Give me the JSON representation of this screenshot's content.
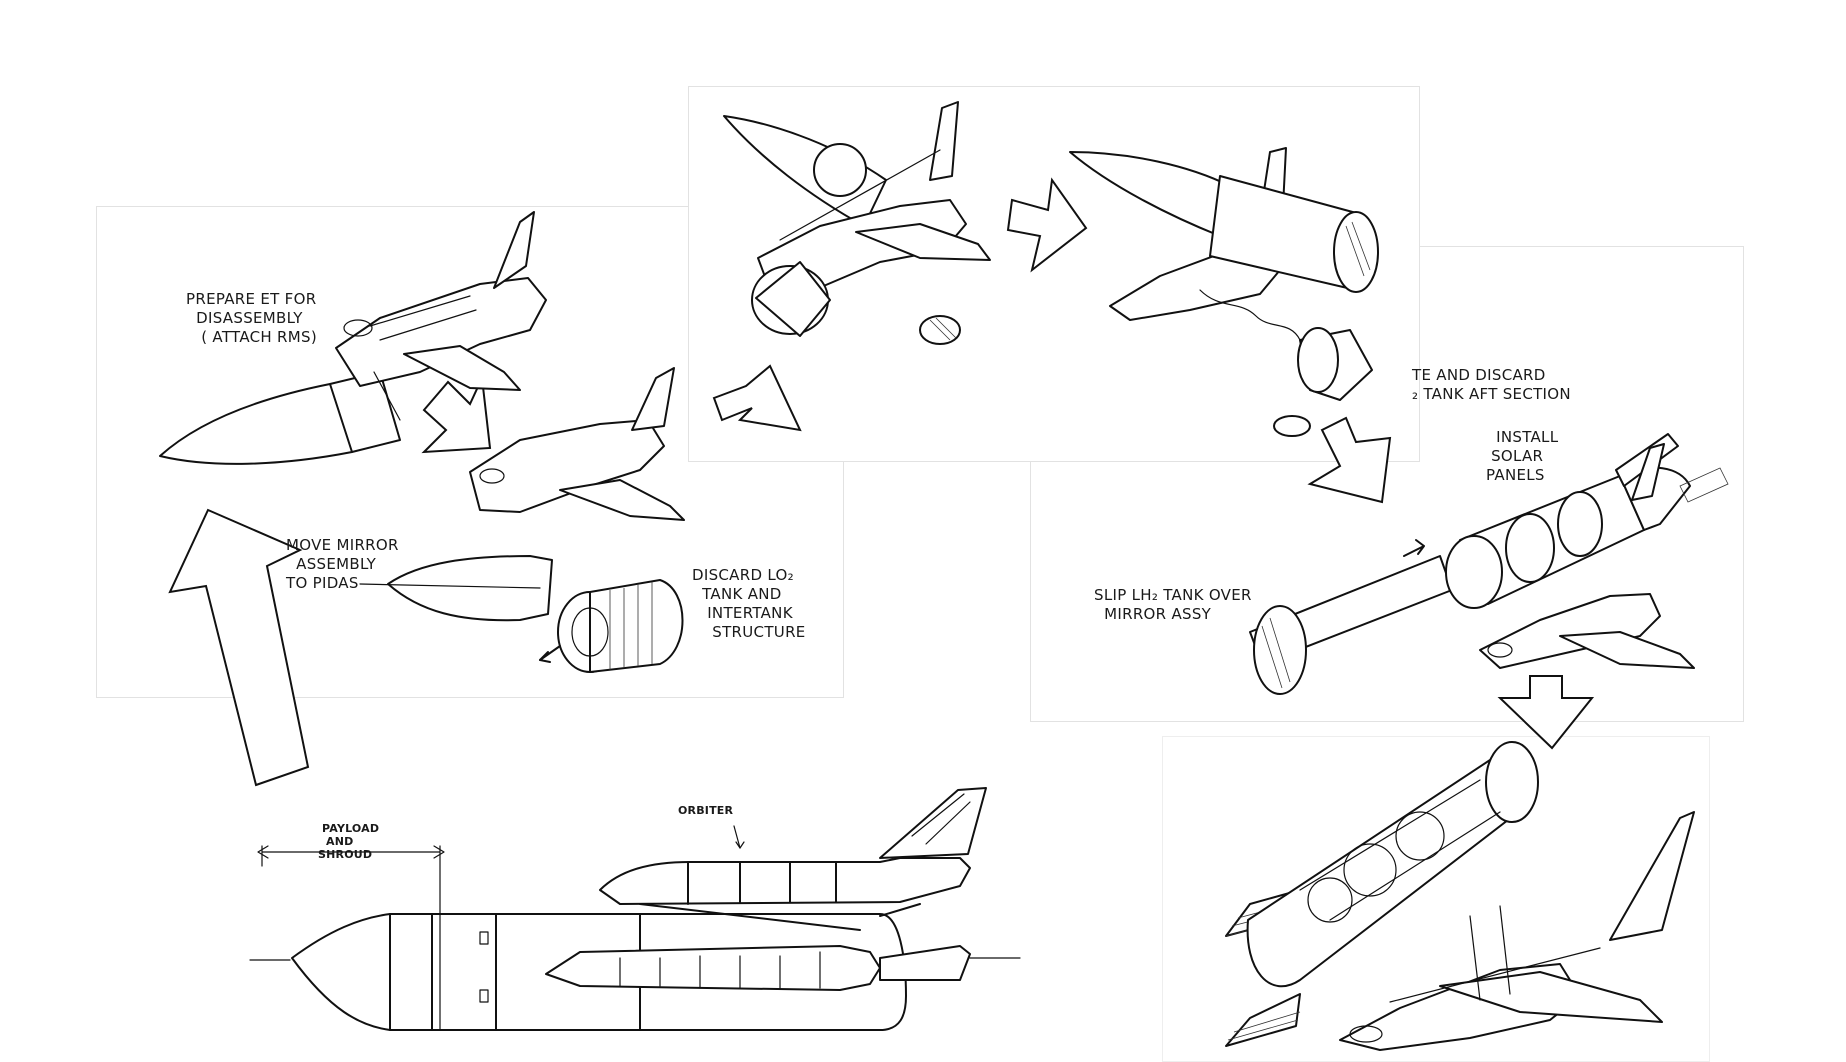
{
  "labels": {
    "prepare_et": "PREPARE ET FOR\n  DISASSEMBLY\n   ( ATTACH RMS)",
    "move_mirror": "MOVE MIRROR\n  ASSEMBLY\nTO PIDAS",
    "discard_lo2": "DISCARD LO₂\n  TANK AND\n   INTERTANK\n    STRUCTURE",
    "rotate_discard": "TE AND DISCARD\n₂ TANK AFT SECTION",
    "install_solar": "  INSTALL\n SOLAR\nPANELS",
    "slip_lh2": "SLIP LH₂ TANK OVER\n  MIRROR ASSY",
    "payload_shroud": " PAYLOAD\n  AND\nSHROUD",
    "orbiter": "ORBITER"
  }
}
